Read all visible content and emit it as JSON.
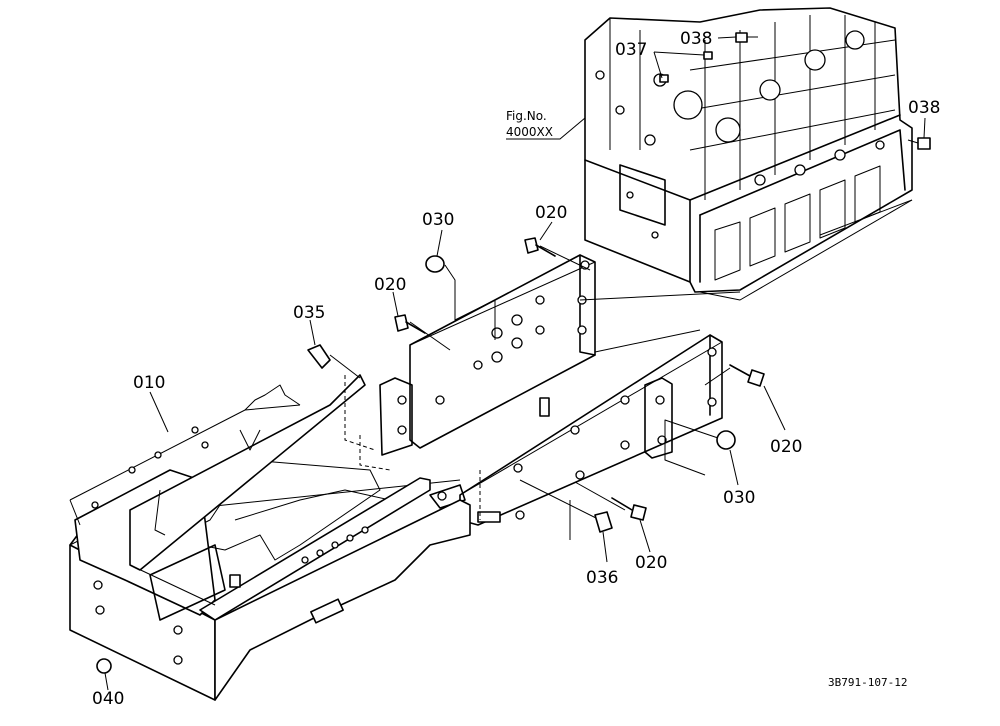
{
  "labels": [
    {
      "id": "037",
      "text": "037"
    },
    {
      "id": "038a",
      "text": "038"
    },
    {
      "id": "038b",
      "text": "038"
    },
    {
      "id": "030a",
      "text": "030"
    },
    {
      "id": "020a",
      "text": "020"
    },
    {
      "id": "020b",
      "text": "020"
    },
    {
      "id": "035",
      "text": "035"
    },
    {
      "id": "010",
      "text": "010"
    },
    {
      "id": "020c",
      "text": "020"
    },
    {
      "id": "030b",
      "text": "030"
    },
    {
      "id": "020d",
      "text": "020"
    },
    {
      "id": "036",
      "text": "036"
    },
    {
      "id": "040",
      "text": "040"
    }
  ],
  "figure_ref": {
    "line1": "Fig.No.",
    "line2": "4000XX"
  },
  "drawing_code": "3B791-107-12"
}
